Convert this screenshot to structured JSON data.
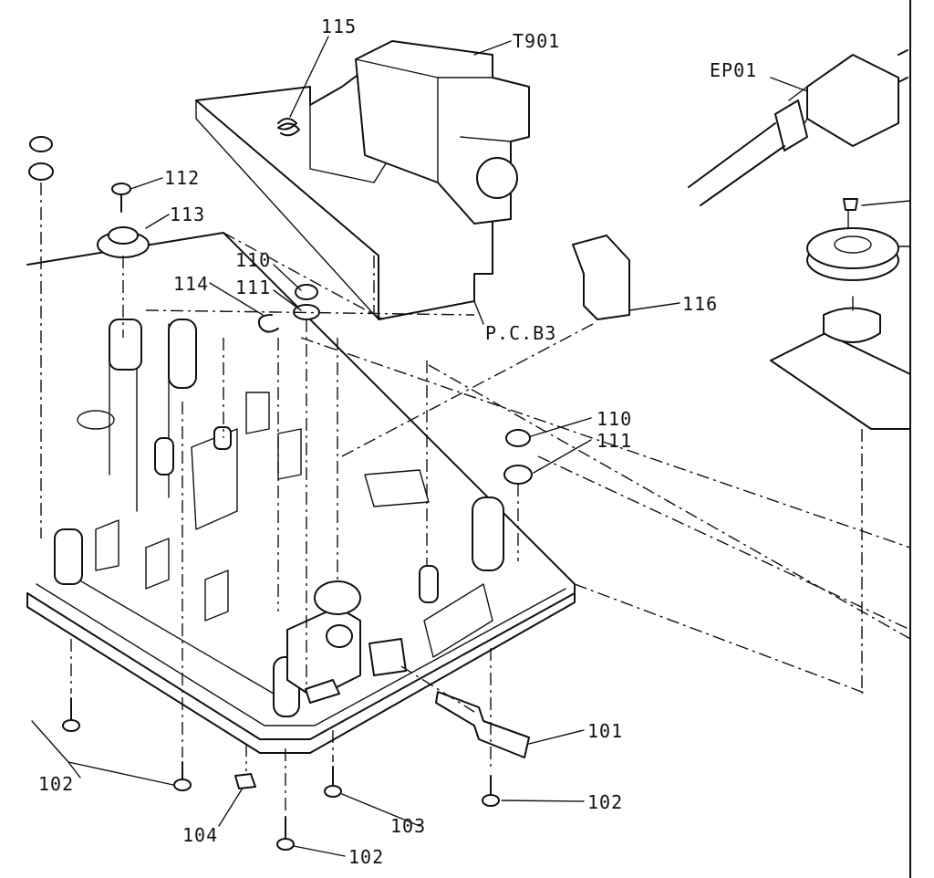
{
  "labels": {
    "l115": "115",
    "lT901": "T901",
    "lEP01": "EP01",
    "l112": "112",
    "l113": "113",
    "l110a": "110",
    "l111a": "111",
    "l114": "114",
    "l116": "116",
    "lPCB3": "P.C.B3",
    "l110b": "110",
    "l111b": "111",
    "l101": "101",
    "l102a": "102",
    "l102b": "102",
    "l102c": "102",
    "l103": "103",
    "l104": "104"
  }
}
